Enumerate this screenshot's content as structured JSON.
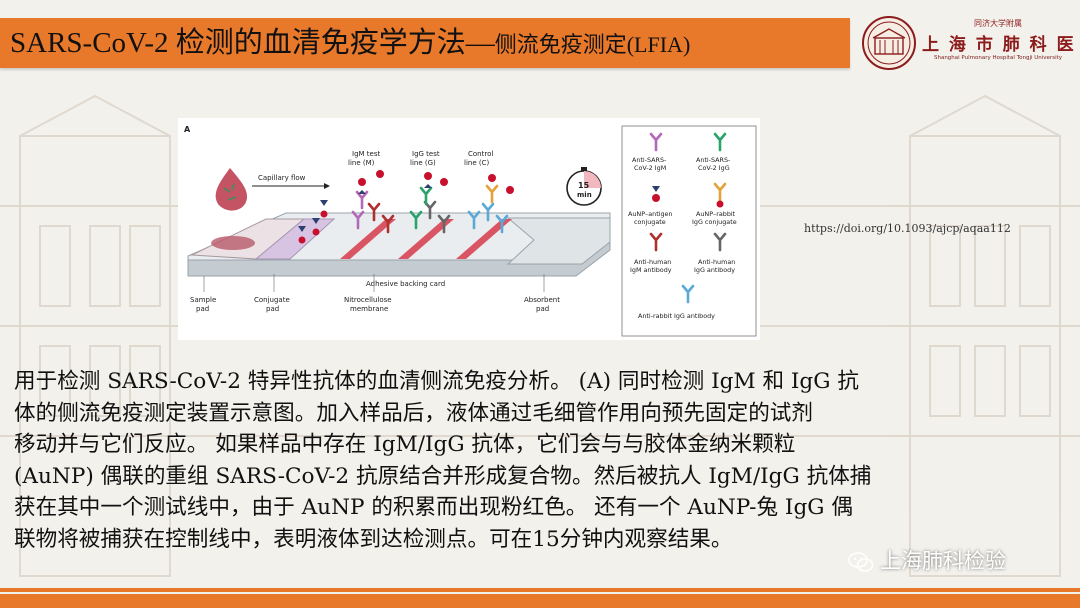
{
  "header": {
    "title_main": "SARS-CoV-2 检测的血清免疫学方法—",
    "title_sub": "侧流免疫测定(LFIA)"
  },
  "logo": {
    "small": "同济大学附属",
    "main": "上 海 市 肺 科 医 院",
    "english": "Shanghai Pulmonary Hospital Tongji University"
  },
  "figure": {
    "panel_label": "A",
    "capillary_flow": "Capillary flow",
    "igm_line": [
      "IgM test",
      "line (M)"
    ],
    "igg_line": [
      "IgG test",
      "line (G)"
    ],
    "control_line": [
      "Control",
      "line (C)"
    ],
    "timer": [
      "15",
      "min"
    ],
    "adhesive": "Adhesive backing card",
    "sample_pad": [
      "Sample",
      "pad"
    ],
    "conjugate_pad": [
      "Conjugate",
      "pad"
    ],
    "membrane": [
      "Nitrocellulose",
      "membrane"
    ],
    "absorbent_pad": [
      "Absorbent",
      "pad"
    ],
    "legend": {
      "anti_igm": [
        "Anti-SARS-",
        "CoV-2 IgM"
      ],
      "anti_igg": [
        "Anti-SARS-",
        "CoV-2 IgG"
      ],
      "aunp_antigen": [
        "AuNP–antigen",
        "conjugate"
      ],
      "aunp_rabbit": [
        "AuNP–rabbit",
        "IgG conjugate"
      ],
      "anti_human_igm": [
        "Anti-human",
        "IgM antibody"
      ],
      "anti_human_igg": [
        "Anti-human",
        "IgG antibody"
      ],
      "anti_rabbit": "Anti-rabbit IgG antibody"
    }
  },
  "doi": "https://doi.org/10.1093/ajcp/aqaa112",
  "caption": [
    "用于检测 SARS-CoV-2 特异性抗体的血清侧流免疫分析。 (A) 同时检测 IgM 和 IgG 抗",
    "体的侧流免疫测定装置示意图。加入样品后，液体通过毛细管作用向预先固定的试剂",
    "移动并与它们反应。 如果样品中存在 IgM/IgG 抗体，它们会与与胶体金纳米颗粒",
    "(AuNP) 偶联的重组 SARS-CoV-2 抗原结合并形成复合物。然后被抗人 IgM/IgG 抗体捕",
    "获在其中一个测试线中，由于 AuNP 的积累而出现粉红色。 还有一个 AuNP-兔 IgG 偶",
    "联物将被捕获在控制线中，表明液体到达检测点。可在15分钟内观察结果。"
  ],
  "watermark": "上海肺科检验",
  "colors": {
    "accent": "#e8792a",
    "logo_red": "#8c1b1b",
    "igm_purple": "#b469b8",
    "igg_green": "#2aa36b",
    "gold": "#e5a23a",
    "antigen_navy": "#2c3f6e",
    "aunp_red": "#c8102e",
    "anti_human_red": "#b02f2f",
    "anti_human_gray": "#666666",
    "anti_rabbit_blue": "#5aa9d6"
  }
}
